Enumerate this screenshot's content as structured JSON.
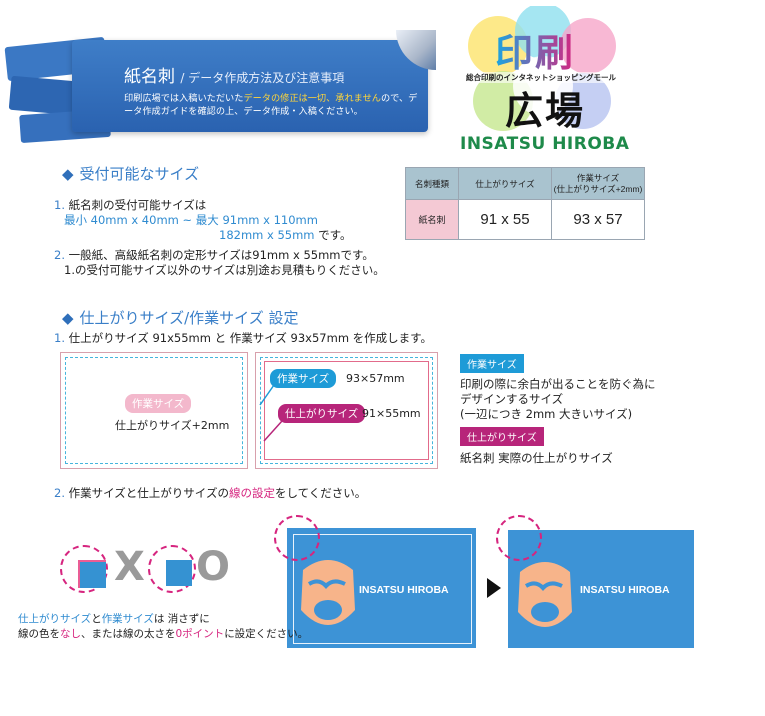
{
  "banner": {
    "title": "紙名刺",
    "subtitle": "/ データ作成方法及び注意事項",
    "note_pre": "印刷広場では入稿いただいた",
    "note_highlight": "データの修正は一切、承れません",
    "note_post": "ので、データ作成ガイドを確認の上、データ作成・入稿ください。"
  },
  "logo": {
    "kanji_top": "印刷",
    "kanji_bottom": "広場",
    "tagline": "総合印刷のインタネットショッピングモール",
    "english": "INSATSU HIROBA"
  },
  "section1": {
    "heading": "受付可能なサイズ",
    "item1_num": "1.",
    "item1_text": "紙名刺の受付可能サイズは",
    "item1_range": "最小 40mm x 40mm ~ 最大 91mm x 110mm",
    "item1_range2": "182mm x 55mm",
    "item1_suffix": "です。",
    "item2_num": "2.",
    "item2_text": "一般紙、高級紙名刺の定形サイズは91mm x 55mmです。",
    "item2_text2": "1.の受付可能サイズ以外のサイズは別途お見積もりください。"
  },
  "size_table": {
    "headers": [
      "名刺種類",
      "仕上がりサイズ",
      "作業サイズ\n(仕上がりサイズ+2mm)"
    ],
    "row_label": "紙名刺",
    "finish": "91 x 55",
    "work": "93 x 57"
  },
  "section2": {
    "heading": "仕上がりサイズ/作業サイズ 設定",
    "item1_num": "1.",
    "item1_text": "仕上がりサイズ 91x55mm と 作業サイズ 93x57mm を作成します。",
    "card1_pill": "作業サイズ",
    "card1_text": "仕上がりサイズ+2mm",
    "card2_pill_work": "作業サイズ",
    "card2_work_value": "93×57mm",
    "card2_pill_finish": "仕上がりサイズ",
    "card2_finish_value": "91×55mm",
    "legend_work_tag": "作業サイズ",
    "legend_work_text1": "印刷の際に余白が出ることを防ぐ為に",
    "legend_work_text2": "デザインするサイズ",
    "legend_work_text3": "(一辺につき 2mm 大きいサイズ)",
    "legend_finish_tag": "仕上がりサイズ",
    "legend_finish_text": "紙名刺 実際の仕上がりサイズ",
    "item2_num": "2.",
    "item2_pre": "作業サイズと仕上がりサイズの",
    "item2_hl": "線の設定",
    "item2_post": "をしてください。"
  },
  "bottom": {
    "mark_x": "X",
    "mark_o": "O",
    "card_brand": "INSATSU HIROBA",
    "note_c1": "仕上がりサイズ",
    "note_t1": "と",
    "note_c2": "作業サイズ",
    "note_t2": "は 消さずに",
    "note_t3": "線の色を",
    "note_m1": "なし",
    "note_t4": "、または線の太さを",
    "note_m2": "0ポイント",
    "note_t5": "に設定ください。"
  },
  "colors": {
    "banner_blue": "#2a62b0",
    "accent_cyan": "#1e9bd7",
    "accent_magenta": "#b7257a",
    "pink": "#f3b8cc",
    "card_blue": "#3d93d6"
  }
}
